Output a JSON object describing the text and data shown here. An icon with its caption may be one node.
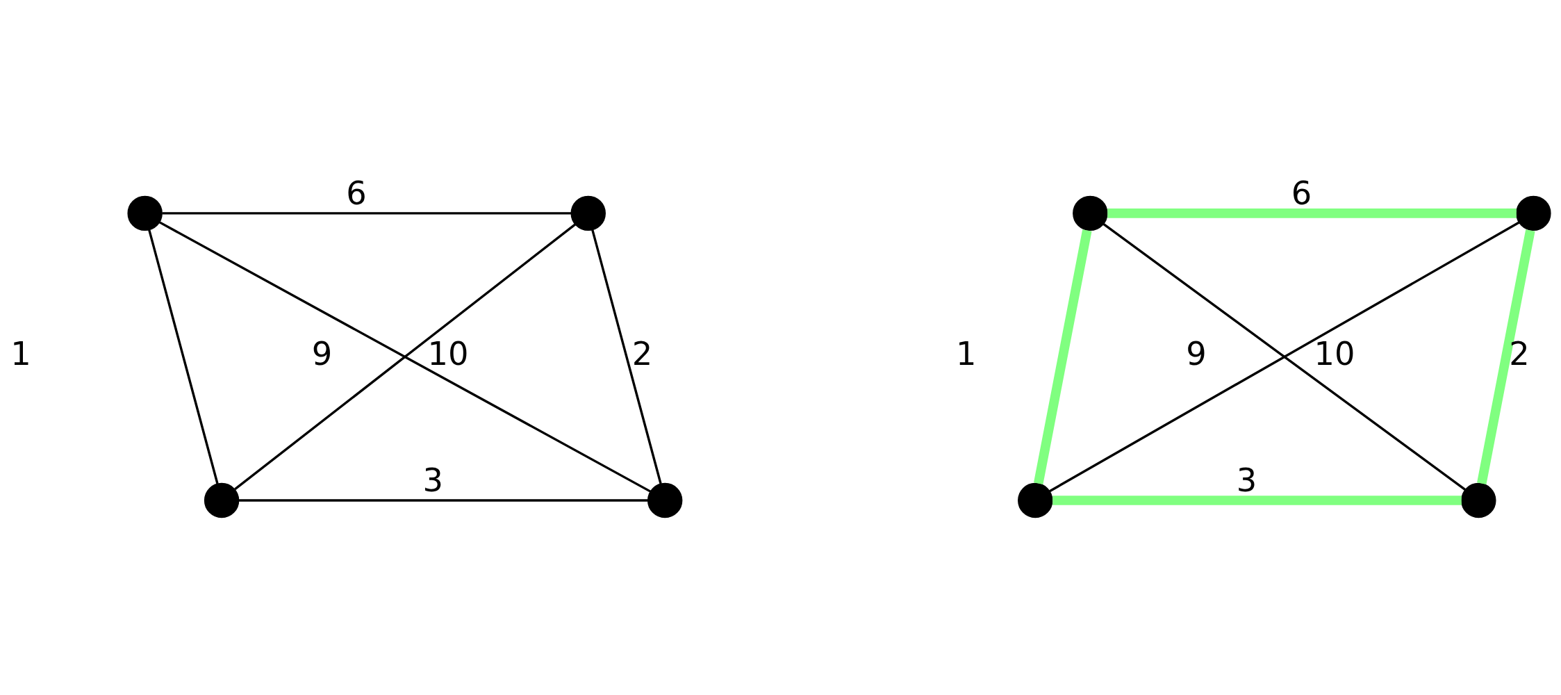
{
  "diagram": {
    "nodes": [
      {
        "text": [],
        "shape": "circle"
      },
      {
        "text": [],
        "shape": "circle"
      },
      {
        "text": [],
        "shape": "circle"
      },
      {
        "text": [],
        "shape": "circle"
      },
      {
        "text": [],
        "shape": "circle"
      },
      {
        "text": [],
        "shape": "circle"
      },
      {
        "text": [],
        "shape": "circle"
      },
      {
        "text": [],
        "shape": "circle"
      }
    ],
    "edges": [
      {
        "from": 0,
        "to": 1,
        "arrow": "none",
        "label": "6"
      },
      {
        "from": 0,
        "to": 2,
        "arrow": "none",
        "label": "1"
      },
      {
        "from": 1,
        "to": 3,
        "arrow": "none",
        "label": "2"
      },
      {
        "from": 0,
        "to": 3,
        "arrow": "none",
        "label": "9"
      },
      {
        "from": 1,
        "to": 2,
        "arrow": "none",
        "label": "10"
      },
      {
        "from": 2,
        "to": 3,
        "arrow": "none",
        "label": "3"
      },
      {
        "from": 4,
        "to": 5,
        "arrow": "none",
        "label": "6",
        "style": "thick",
        "color": "#80ff80"
      },
      {
        "from": 4,
        "to": 6,
        "arrow": "none",
        "label": "1",
        "style": "thick",
        "color": "#80ff80"
      },
      {
        "from": 5,
        "to": 7,
        "arrow": "none",
        "label": "2",
        "style": "thick",
        "color": "#80ff80"
      },
      {
        "from": 4,
        "to": 7,
        "arrow": "none",
        "label": "9"
      },
      {
        "from": 5,
        "to": 6,
        "arrow": "none",
        "label": "10"
      },
      {
        "from": 6,
        "to": 7,
        "arrow": "none",
        "label": "3",
        "style": "thick",
        "color": "#80ff80"
      }
    ]
  }
}
